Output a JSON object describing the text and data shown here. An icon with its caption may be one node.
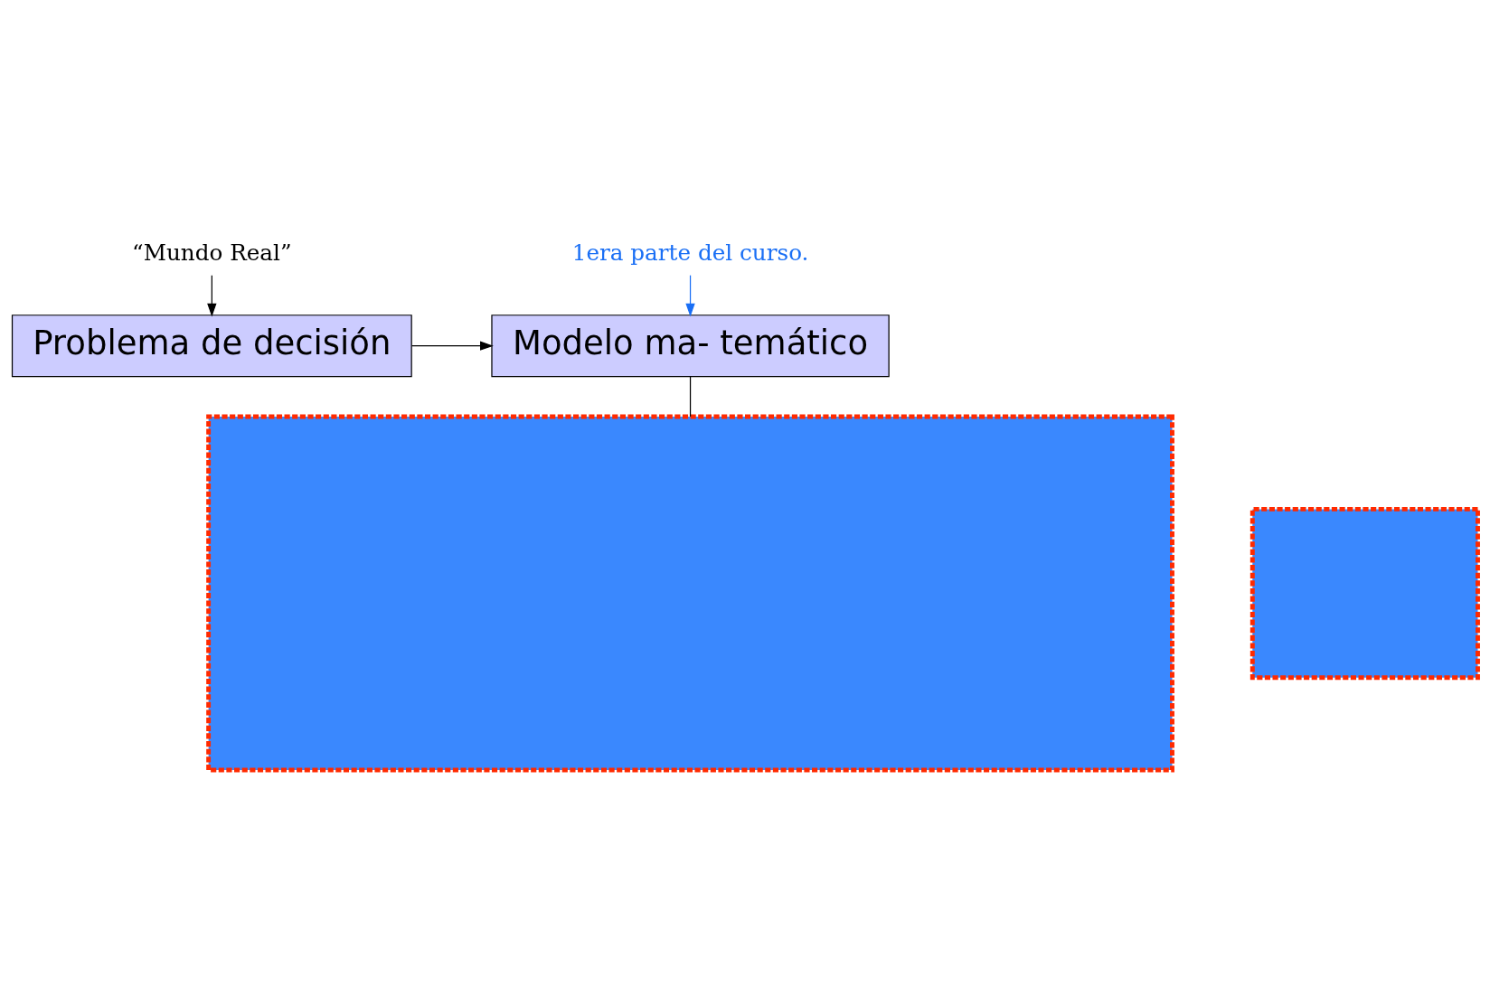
{
  "diagram": {
    "nodes": [
      {
        "text": [
          "“Mundo Real”"
        ]
      },
      {
        "text": [
          "Problema de decisión"
        ]
      },
      {
        "text": [
          "Modelo ma- temático"
        ]
      },
      {
        "text": [
          "1era parte del curso."
        ]
      },
      {
        "text": [],
        "shape": "box"
      },
      {
        "text": [],
        "shape": "box"
      }
    ],
    "edges": [
      {
        "from": 0,
        "to": 1,
        "arrow": "to"
      },
      {
        "from": 1,
        "to": 2,
        "arrow": "to"
      },
      {
        "from": 3,
        "to": 2,
        "arrow": "to",
        "color": "#1a6ff5"
      },
      {
        "from": 2,
        "to": 4,
        "arrow": "none"
      }
    ]
  }
}
